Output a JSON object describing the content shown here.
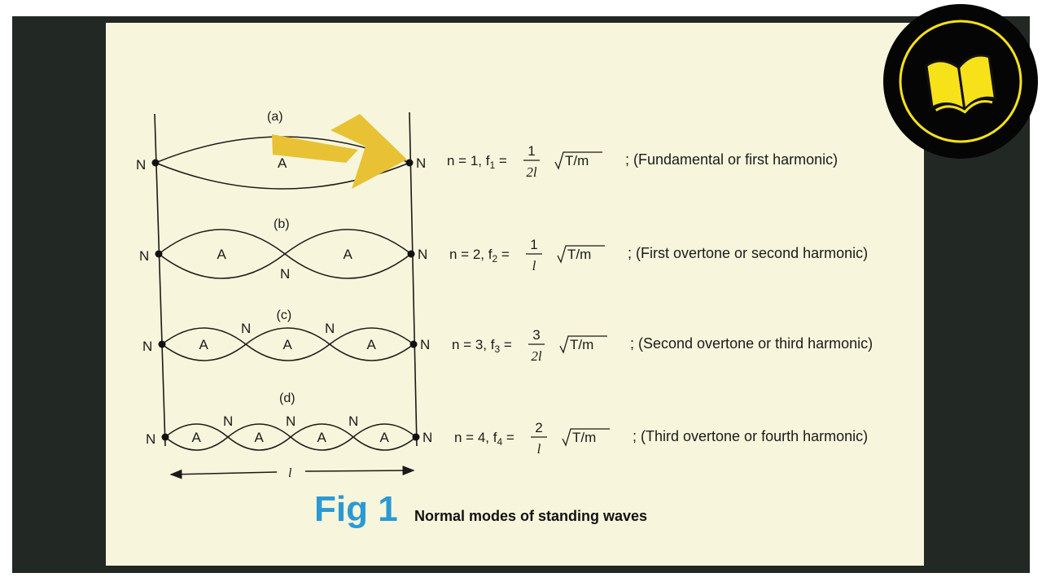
{
  "figure": {
    "number_label": "Fig 1",
    "caption": "Normal modes of standing waves",
    "length_symbol": "l"
  },
  "node_symbol": "N",
  "antinode_symbol": "A",
  "modes": [
    {
      "label": "(a)",
      "n_eq": "n = 1, f",
      "sub": "1",
      "num": "1",
      "den": "2l",
      "root": "T/m",
      "desc": "; (Fundamental or first harmonic)"
    },
    {
      "label": "(b)",
      "n_eq": "n = 2, f",
      "sub": "2",
      "num": "1",
      "den": "l",
      "root": "T/m",
      "desc": "; (First overtone or second harmonic)"
    },
    {
      "label": "(c)",
      "n_eq": "n = 3, f",
      "sub": "3",
      "num": "3",
      "den": "2l",
      "root": "T/m",
      "desc": "; (Second overtone or third harmonic)"
    },
    {
      "label": "(d)",
      "n_eq": "n = 4, f",
      "sub": "4",
      "num": "2",
      "den": "l",
      "root": "T/m",
      "desc": "; (Third overtone or fourth harmonic)"
    }
  ],
  "colors": {
    "arrow": "#e8c234",
    "title_blue": "#2b9ad3",
    "logo_yellow": "#f7e21a",
    "paper": "#f7f6dc",
    "frame": "#222823"
  },
  "icons": {
    "logo": "open-book-icon",
    "pointer": "arrow-icon"
  }
}
